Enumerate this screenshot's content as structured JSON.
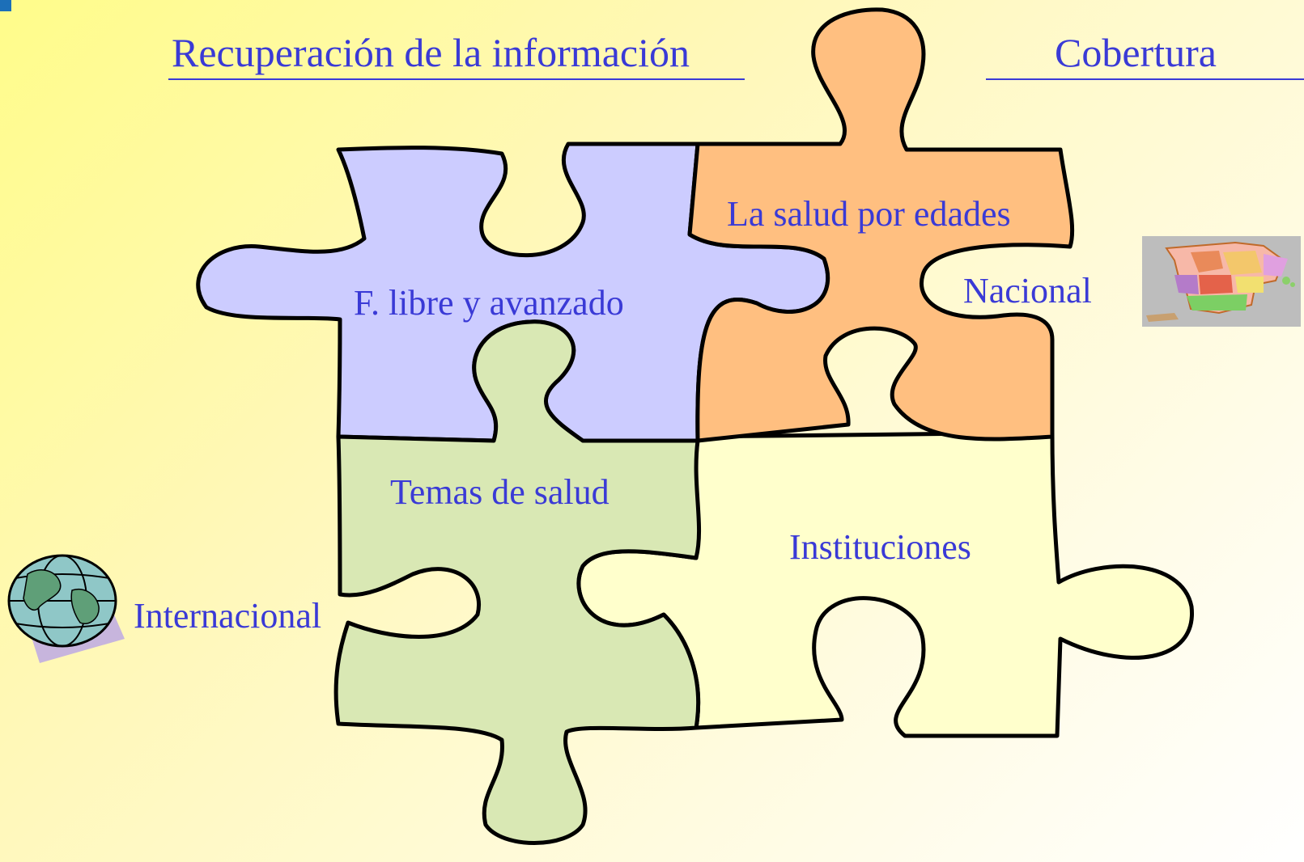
{
  "headings": {
    "left": "Recuperación de la información",
    "right": "Cobertura"
  },
  "pieces": {
    "top_left": "F. libre y avanzado",
    "top_right": "La salud por edades",
    "bottom_left": "Temas de salud",
    "bottom_right": "Instituciones"
  },
  "coverage": {
    "national": "Nacional",
    "international": "Internacional"
  },
  "colors": {
    "text": "#3a3ad6",
    "piece_blue": "#ccccff",
    "piece_orange": "#ffbf80",
    "piece_green": "#d9e8b4",
    "piece_cream": "#ffffcc"
  }
}
